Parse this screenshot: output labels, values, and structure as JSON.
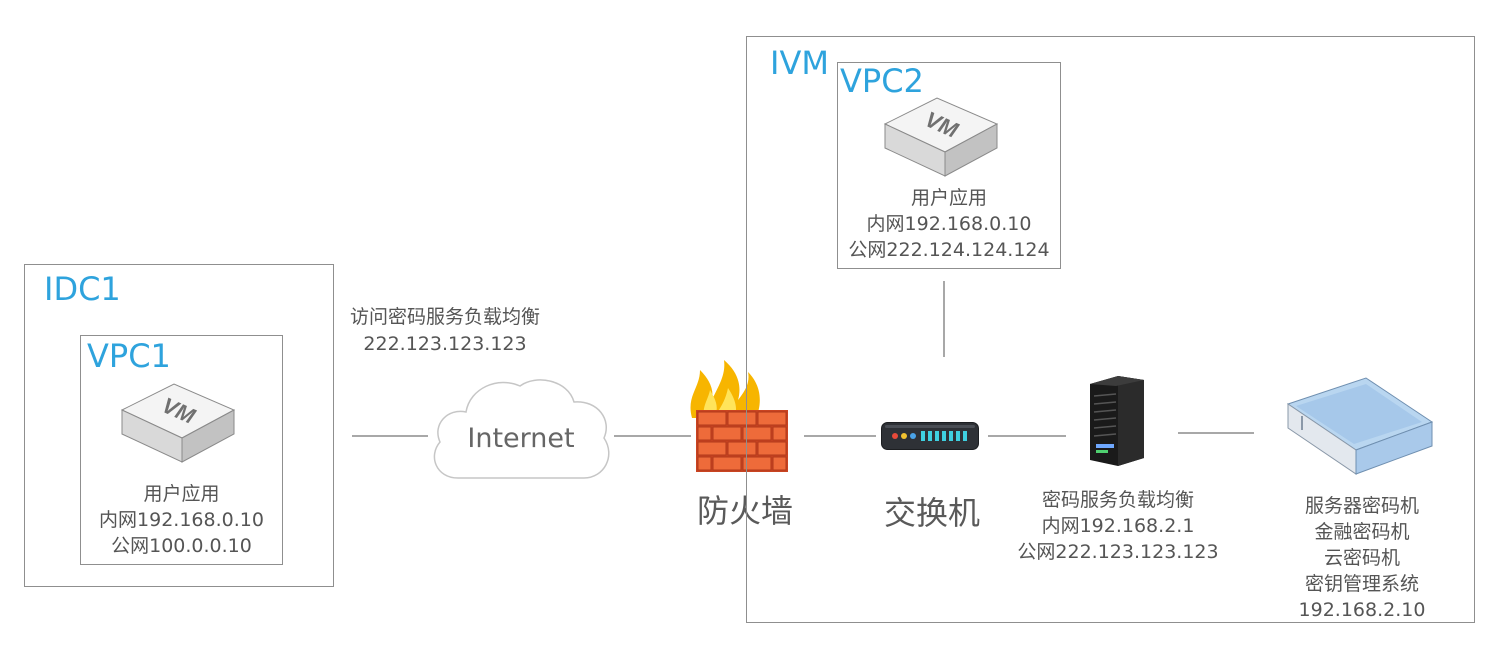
{
  "idc1": {
    "title": "IDC1",
    "vpc": {
      "title": "VPC1",
      "vm_text": "VM",
      "app_label": "用户应用",
      "private_ip": "内网192.168.0.10",
      "public_ip": "公网100.0.0.10"
    }
  },
  "internet": {
    "note_line1": "访问密码服务负载均衡",
    "note_line2": "222.123.123.123",
    "cloud_label": "Internet"
  },
  "firewall": {
    "label": "防火墙"
  },
  "ivm": {
    "title": "IVM",
    "vpc": {
      "title": "VPC2",
      "vm_text": "VM",
      "app_label": "用户应用",
      "private_ip": "内网192.168.0.10",
      "public_ip": "公网222.124.124.124"
    },
    "switch": {
      "label": "交换机"
    },
    "load_balancer": {
      "name": "密码服务负载均衡",
      "private_ip": "内网192.168.2.1",
      "public_ip": "公网222.123.123.123"
    },
    "crypto": {
      "line1": "服务器密码机",
      "line2": "金融密码机",
      "line3": "云密码机",
      "line4": "密钥管理系统",
      "ip": "192.168.2.10"
    }
  },
  "colors": {
    "title": "#2ea3dd",
    "border": "#8f8f8f",
    "text": "#555555"
  }
}
